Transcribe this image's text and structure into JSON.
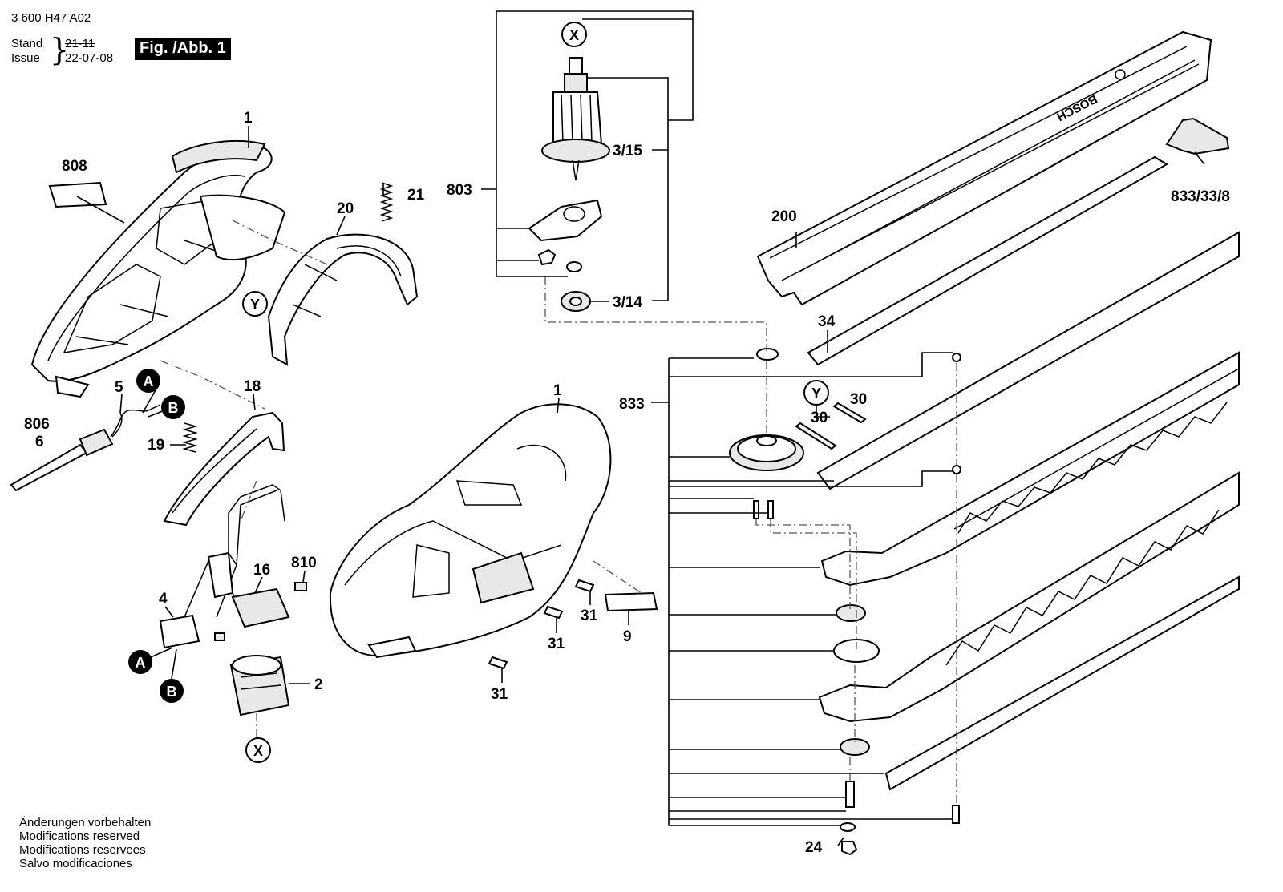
{
  "header": {
    "doc_number": "3 600 H47 A02",
    "stand_label": "Stand",
    "issue_label": "Issue",
    "brace": "}",
    "stand_value": "21-11",
    "issue_value": "22-07-08",
    "figure": "Fig. /Abb. 1"
  },
  "disclaimer": [
    "Änderungen vorbehalten",
    "Modifications reserved",
    "Modifications reservees",
    "Salvo modificaciones"
  ],
  "brand_text": "BOSCH",
  "part_labels": {
    "p1_top": "1",
    "p808": "808",
    "p20": "20",
    "p21": "21",
    "p18": "18",
    "p5": "5",
    "p806": "806",
    "p6": "6",
    "p19": "19",
    "p4": "4",
    "p16": "16",
    "p810": "810",
    "p2": "2",
    "p803": "803",
    "p3_15": "3/15",
    "p3_14": "3/14",
    "p1_mid": "1",
    "p31a": "31",
    "p31b": "31",
    "p31c": "31",
    "p9": "9",
    "p200": "200",
    "p833_33_8": "833/33/8",
    "p34": "34",
    "p833": "833",
    "p30a": "30",
    "p30b": "30",
    "p24": "24"
  },
  "callouts": {
    "x_top": "X",
    "y_left": "Y",
    "a_top": "A",
    "b_top": "B",
    "a_bottom": "A",
    "b_bottom": "B",
    "x_bottom": "X",
    "y_right": "Y"
  }
}
